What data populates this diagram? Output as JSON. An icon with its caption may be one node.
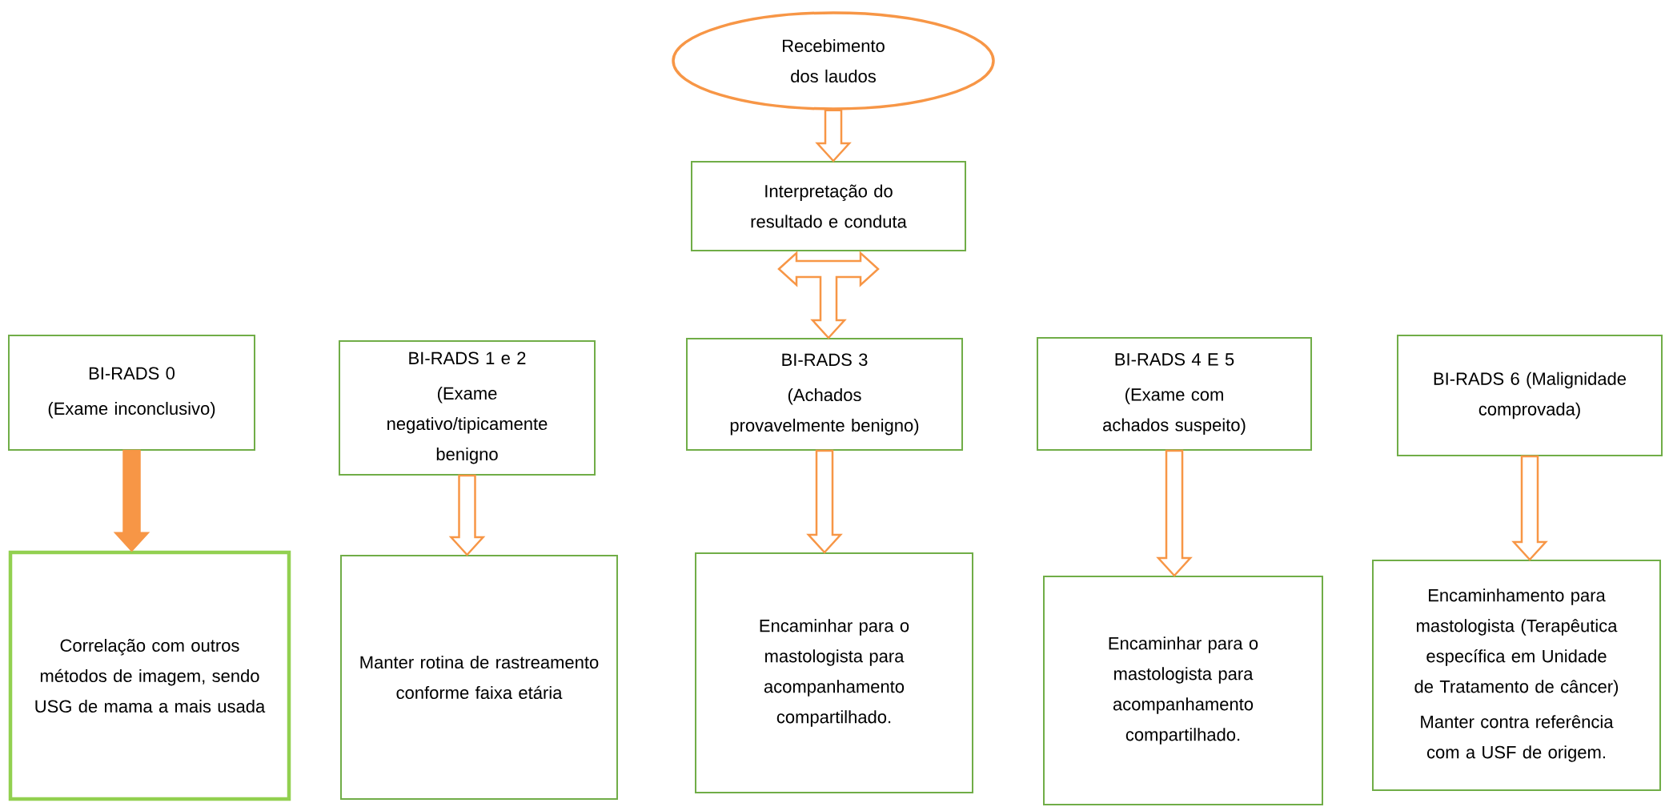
{
  "diagram": {
    "nodes": [
      {
        "text": [
          "Recebimento dos laudos"
        ]
      },
      {
        "text": [
          "Interpretação do resultado e conduta"
        ]
      },
      {
        "text": [
          "BI-RADS 0",
          "(Exame inconclusivo)"
        ]
      },
      {
        "text": [
          "BI-RADS 1 e 2",
          "(Exame negativo/tipicamente benigno"
        ]
      },
      {
        "text": [
          "BI-RADS 3",
          "(Achados provavelmente benigno)"
        ]
      },
      {
        "text": [
          "BI-RADS 4 E 5",
          "(Exame com achados suspeito)"
        ]
      },
      {
        "text": [
          "BI-RADS 6 (Malignidade comprovada)"
        ]
      },
      {
        "text": [
          "Correlação com outros métodos de imagem, sendo USG de mama a mais usada"
        ]
      },
      {
        "text": [
          "Manter rotina de rastreamento conforme faixa etária"
        ]
      },
      {
        "text": [
          "Encaminhar para o mastologista para acompanhamento compartilhado."
        ]
      },
      {
        "text": [
          "Encaminhar para o mastologista para acompanhamento compartilhado."
        ]
      },
      {
        "text": [
          "Encaminhamento para mastologista (Terapêutica específica em Unidade de Tratamento de câncer)",
          "Manter contra referência com a USF de origem."
        ]
      }
    ],
    "edges": [
      {
        "from": 0,
        "to": 1,
        "arrow": "to"
      },
      {
        "from": 1,
        "to": 4,
        "arrow": "to"
      },
      {
        "from": 2,
        "to": 7,
        "arrow": "to",
        "style": "thick"
      },
      {
        "from": 3,
        "to": 8,
        "arrow": "to"
      },
      {
        "from": 4,
        "to": 9,
        "arrow": "to"
      },
      {
        "from": 5,
        "to": 10,
        "arrow": "to"
      },
      {
        "from": 6,
        "to": 11,
        "arrow": "to"
      }
    ]
  }
}
